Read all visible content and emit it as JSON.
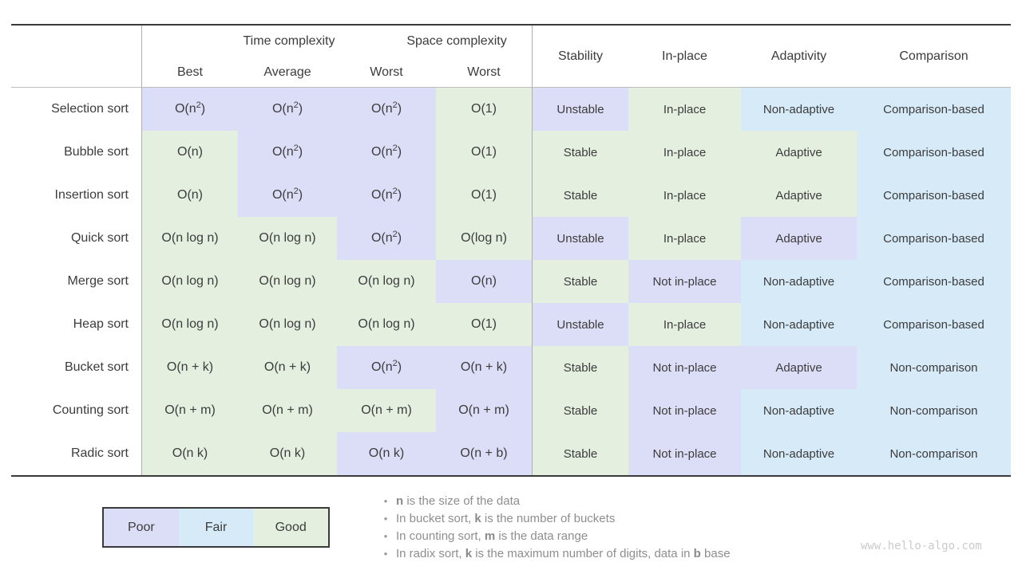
{
  "chart_data": {
    "type": "table",
    "header": {
      "group_time": "Time complexity",
      "group_space": "Space complexity",
      "sub_columns": [
        "Best",
        "Average",
        "Worst",
        "Worst"
      ],
      "attr_columns": [
        "Stability",
        "In-place",
        "Adaptivity",
        "Comparison"
      ]
    },
    "rating_colors": {
      "poor": "#dcdef7",
      "fair": "#d6eaf8",
      "good": "#e4efe0"
    },
    "rating_legend": [
      {
        "label": "Poor",
        "rating": "poor"
      },
      {
        "label": "Fair",
        "rating": "fair"
      },
      {
        "label": "Good",
        "rating": "good"
      }
    ],
    "rows": [
      {
        "name": "Selection sort",
        "complexity": [
          {
            "pre": "O(n",
            "sup": "2",
            "post": ")",
            "rating": "poor"
          },
          {
            "pre": "O(n",
            "sup": "2",
            "post": ")",
            "rating": "poor"
          },
          {
            "pre": "O(n",
            "sup": "2",
            "post": ")",
            "rating": "poor"
          },
          {
            "pre": "O(1)",
            "rating": "good"
          }
        ],
        "attributes": [
          {
            "text": "Unstable",
            "rating": "poor"
          },
          {
            "text": "In-place",
            "rating": "good"
          },
          {
            "text": "Non-adaptive",
            "rating": "fair"
          },
          {
            "text": "Comparison-based",
            "rating": "fair"
          }
        ]
      },
      {
        "name": "Bubble sort",
        "complexity": [
          {
            "pre": "O(n)",
            "rating": "good"
          },
          {
            "pre": "O(n",
            "sup": "2",
            "post": ")",
            "rating": "poor"
          },
          {
            "pre": "O(n",
            "sup": "2",
            "post": ")",
            "rating": "poor"
          },
          {
            "pre": "O(1)",
            "rating": "good"
          }
        ],
        "attributes": [
          {
            "text": "Stable",
            "rating": "good"
          },
          {
            "text": "In-place",
            "rating": "good"
          },
          {
            "text": "Adaptive",
            "rating": "good"
          },
          {
            "text": "Comparison-based",
            "rating": "fair"
          }
        ]
      },
      {
        "name": "Insertion sort",
        "complexity": [
          {
            "pre": "O(n)",
            "rating": "good"
          },
          {
            "pre": "O(n",
            "sup": "2",
            "post": ")",
            "rating": "poor"
          },
          {
            "pre": "O(n",
            "sup": "2",
            "post": ")",
            "rating": "poor"
          },
          {
            "pre": "O(1)",
            "rating": "good"
          }
        ],
        "attributes": [
          {
            "text": "Stable",
            "rating": "good"
          },
          {
            "text": "In-place",
            "rating": "good"
          },
          {
            "text": "Adaptive",
            "rating": "good"
          },
          {
            "text": "Comparison-based",
            "rating": "fair"
          }
        ]
      },
      {
        "name": "Quick sort",
        "complexity": [
          {
            "pre": "O(n log n)",
            "rating": "good"
          },
          {
            "pre": "O(n log n)",
            "rating": "good"
          },
          {
            "pre": "O(n",
            "sup": "2",
            "post": ")",
            "rating": "poor"
          },
          {
            "pre": "O(log n)",
            "rating": "good"
          }
        ],
        "attributes": [
          {
            "text": "Unstable",
            "rating": "poor"
          },
          {
            "text": "In-place",
            "rating": "good"
          },
          {
            "text": "Adaptive",
            "rating": "poor"
          },
          {
            "text": "Comparison-based",
            "rating": "fair"
          }
        ]
      },
      {
        "name": "Merge sort",
        "complexity": [
          {
            "pre": "O(n log n)",
            "rating": "good"
          },
          {
            "pre": "O(n log n)",
            "rating": "good"
          },
          {
            "pre": "O(n log n)",
            "rating": "good"
          },
          {
            "pre": "O(n)",
            "rating": "poor"
          }
        ],
        "attributes": [
          {
            "text": "Stable",
            "rating": "good"
          },
          {
            "text": "Not in-place",
            "rating": "poor"
          },
          {
            "text": "Non-adaptive",
            "rating": "fair"
          },
          {
            "text": "Comparison-based",
            "rating": "fair"
          }
        ]
      },
      {
        "name": "Heap sort",
        "complexity": [
          {
            "pre": "O(n log n)",
            "rating": "good"
          },
          {
            "pre": "O(n log n)",
            "rating": "good"
          },
          {
            "pre": "O(n log n)",
            "rating": "good"
          },
          {
            "pre": "O(1)",
            "rating": "good"
          }
        ],
        "attributes": [
          {
            "text": "Unstable",
            "rating": "poor"
          },
          {
            "text": "In-place",
            "rating": "good"
          },
          {
            "text": "Non-adaptive",
            "rating": "fair"
          },
          {
            "text": "Comparison-based",
            "rating": "fair"
          }
        ]
      },
      {
        "name": "Bucket sort",
        "complexity": [
          {
            "pre": "O(n + k)",
            "rating": "good"
          },
          {
            "pre": "O(n + k)",
            "rating": "good"
          },
          {
            "pre": "O(n",
            "sup": "2",
            "post": ")",
            "rating": "poor"
          },
          {
            "pre": "O(n + k)",
            "rating": "poor"
          }
        ],
        "attributes": [
          {
            "text": "Stable",
            "rating": "good"
          },
          {
            "text": "Not in-place",
            "rating": "poor"
          },
          {
            "text": "Adaptive",
            "rating": "poor"
          },
          {
            "text": "Non-comparison",
            "rating": "fair"
          }
        ]
      },
      {
        "name": "Counting sort",
        "complexity": [
          {
            "pre": "O(n + m)",
            "rating": "good"
          },
          {
            "pre": "O(n + m)",
            "rating": "good"
          },
          {
            "pre": "O(n + m)",
            "rating": "good"
          },
          {
            "pre": "O(n + m)",
            "rating": "poor"
          }
        ],
        "attributes": [
          {
            "text": "Stable",
            "rating": "good"
          },
          {
            "text": "Not in-place",
            "rating": "poor"
          },
          {
            "text": "Non-adaptive",
            "rating": "fair"
          },
          {
            "text": "Non-comparison",
            "rating": "fair"
          }
        ]
      },
      {
        "name": "Radic sort",
        "complexity": [
          {
            "pre": "O(n k)",
            "rating": "good"
          },
          {
            "pre": "O(n k)",
            "rating": "good"
          },
          {
            "pre": "O(n k)",
            "rating": "poor"
          },
          {
            "pre": "O(n + b)",
            "rating": "poor"
          }
        ],
        "attributes": [
          {
            "text": "Stable",
            "rating": "good"
          },
          {
            "text": "Not in-place",
            "rating": "poor"
          },
          {
            "text": "Non-adaptive",
            "rating": "fair"
          },
          {
            "text": "Non-comparison",
            "rating": "fair"
          }
        ]
      }
    ],
    "notes": [
      [
        {
          "text": "n",
          "bold": true
        },
        {
          "text": " is the size of the data",
          "bold": false
        }
      ],
      [
        {
          "text": "In bucket sort, ",
          "bold": false
        },
        {
          "text": "k",
          "bold": true
        },
        {
          "text": " is the number of buckets",
          "bold": false
        }
      ],
      [
        {
          "text": "In counting sort, ",
          "bold": false
        },
        {
          "text": "m",
          "bold": true
        },
        {
          "text": " is the data range",
          "bold": false
        }
      ],
      [
        {
          "text": "In radix sort, ",
          "bold": false
        },
        {
          "text": "k",
          "bold": true
        },
        {
          "text": " is the maximum number of digits, data in ",
          "bold": false
        },
        {
          "text": "b",
          "bold": true
        },
        {
          "text": " base",
          "bold": false
        }
      ]
    ],
    "watermark": "www.hello-algo.com"
  }
}
